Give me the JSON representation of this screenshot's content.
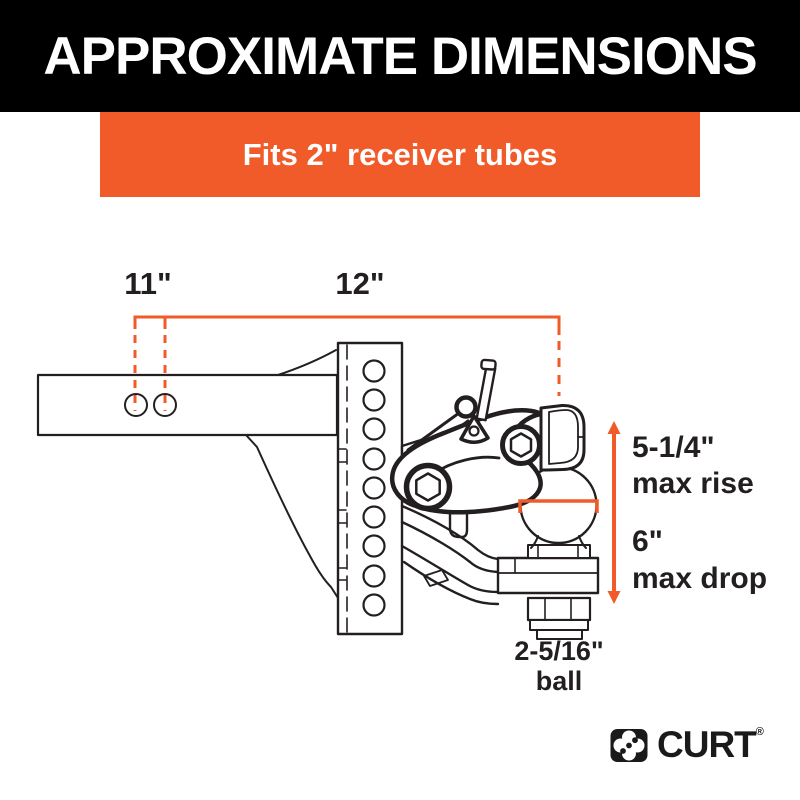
{
  "header": {
    "title": "APPROXIMATE DIMENSIONS"
  },
  "banner": {
    "text": "Fits 2\" receiver tubes"
  },
  "diagram": {
    "dim_hole_spacing": "11\"",
    "dim_length": "12\"",
    "dim_rise_value": "5-1/4\"",
    "dim_rise_caption": "max rise",
    "dim_drop_value": "6\"",
    "dim_drop_caption": "max drop",
    "dim_ball_value": "2-5/16\"",
    "dim_ball_caption": "ball",
    "icons": {
      "drawing": "pintle-hitch-side-view-line-drawing-icon"
    },
    "colors": {
      "accent_orange": "#F15A29",
      "line_black": "#231F20",
      "header_black": "#000000",
      "text_white": "#FFFFFF"
    }
  },
  "footer": {
    "brand": "CURT",
    "registered_mark": "®",
    "icons": {
      "logo": "curt-clover-logo-icon"
    }
  }
}
